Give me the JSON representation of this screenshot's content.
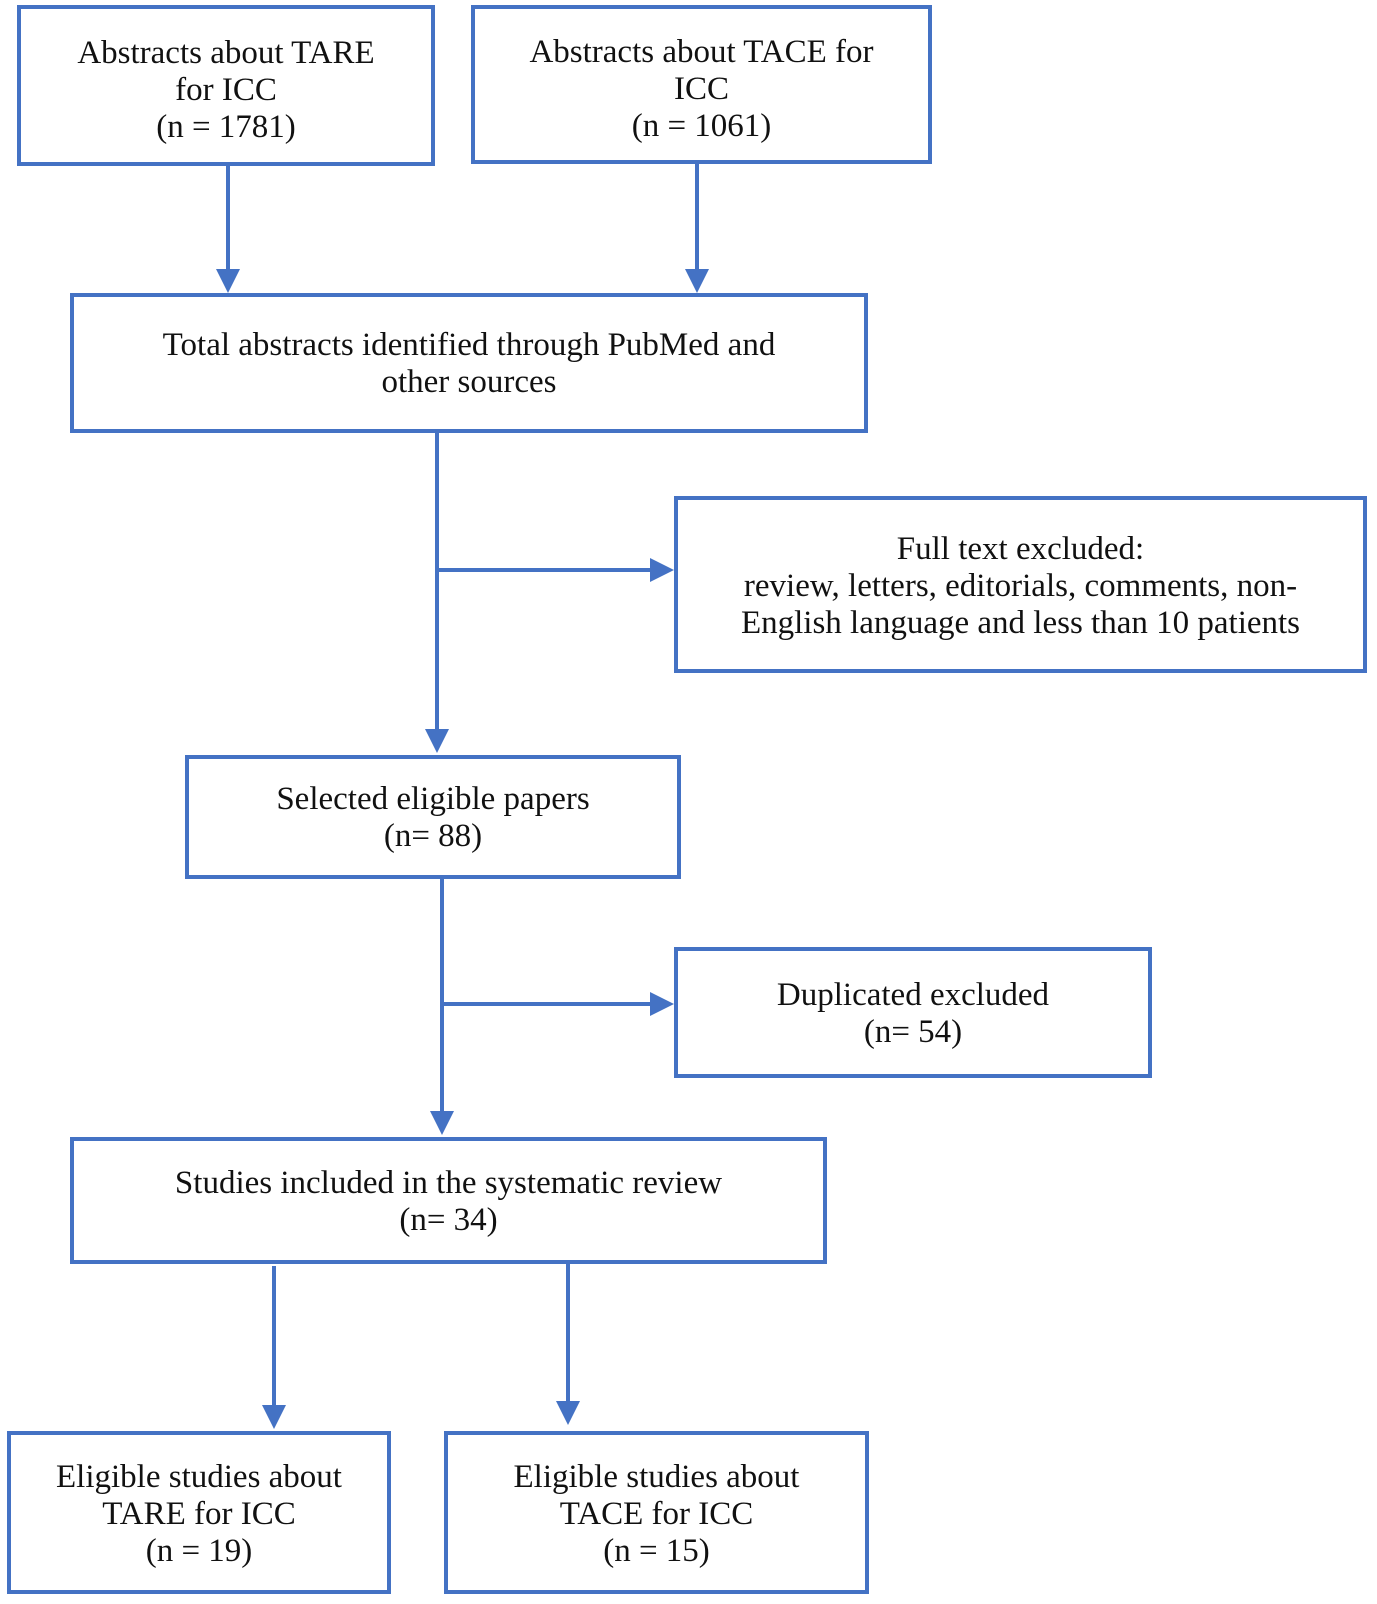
{
  "colors": {
    "stroke": "#4472C4",
    "text": "#111111",
    "background": "#ffffff"
  },
  "boxes": {
    "tare_abstracts": {
      "line1": "Abstracts about TARE",
      "line2": "for ICC",
      "line3": "(n = 1781)"
    },
    "tace_abstracts": {
      "line1": "Abstracts about TACE for",
      "line2": "ICC",
      "line3": "(n = 1061)"
    },
    "total_abstracts": {
      "line1": "Total abstracts identified through PubMed and",
      "line2": "other sources"
    },
    "full_text_excluded": {
      "line1": "Full text excluded:",
      "line2": "review, letters, editorials, comments, non-",
      "line3": "English language and less than 10 patients"
    },
    "selected_eligible": {
      "line1": "Selected eligible papers",
      "line2": "(n= 88)"
    },
    "duplicated_excluded": {
      "line1": "Duplicated excluded",
      "line2": "(n= 54)"
    },
    "studies_included": {
      "line1": "Studies included in the systematic review",
      "line2": "(n= 34)"
    },
    "tare_eligible": {
      "line1": "Eligible studies about",
      "line2": "TARE for ICC",
      "line3": "(n = 19)"
    },
    "tace_eligible": {
      "line1": "Eligible studies about",
      "line2": "TACE for ICC",
      "line3": "(n = 15)"
    }
  }
}
